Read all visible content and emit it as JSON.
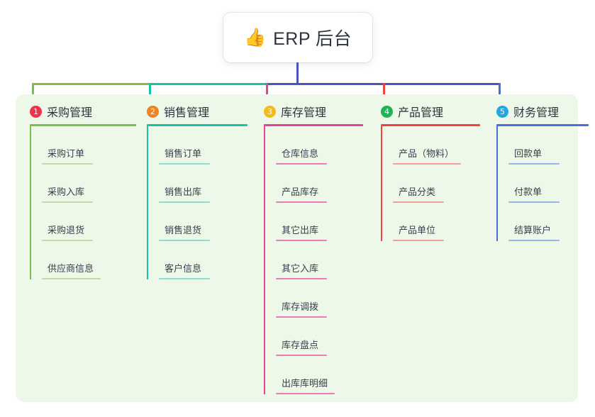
{
  "root": {
    "icon": "thumbs-up-icon",
    "icon_glyph": "👍",
    "title": "ERP 后台"
  },
  "colors": {
    "panel_bg": "#eef8e9",
    "trunk": "#4b54b8",
    "branch_left": "#7cc04b",
    "branch_mid": "#17c3a7",
    "branch_right": "#4b54b8"
  },
  "columns": [
    {
      "number": "1",
      "title": "采购管理",
      "badge_color": "#f0324b",
      "line_color": "#7cc04b",
      "leaf_color": "#bcdba6",
      "items": [
        "采购订单",
        "采购入库",
        "采购退货",
        "供应商信息"
      ]
    },
    {
      "number": "2",
      "title": "销售管理",
      "badge_color": "#f08322",
      "line_color": "#17c3a7",
      "leaf_color": "#8fd9cd",
      "items": [
        "销售订单",
        "销售出库",
        "销售退货",
        "客户信息"
      ]
    },
    {
      "number": "3",
      "title": "库存管理",
      "badge_color": "#f5bb1d",
      "line_color": "#e5429a",
      "leaf_color": "#eb7ab5",
      "items": [
        "仓库信息",
        "产品库存",
        "其它出库",
        "其它入库",
        "库存调拨",
        "库存盘点",
        "出库库明细"
      ]
    },
    {
      "number": "4",
      "title": "产品管理",
      "badge_color": "#18b552",
      "line_color": "#f2413f",
      "leaf_color": "#f4a09a",
      "items": [
        "产品（物料）",
        "产品分类",
        "产品单位"
      ]
    },
    {
      "number": "5",
      "title": "财务管理",
      "badge_color": "#24a7e0",
      "line_color": "#4b6fd8",
      "leaf_color": "#9ab4e8",
      "items": [
        "回款单",
        "付款单",
        "结算账户"
      ]
    }
  ]
}
